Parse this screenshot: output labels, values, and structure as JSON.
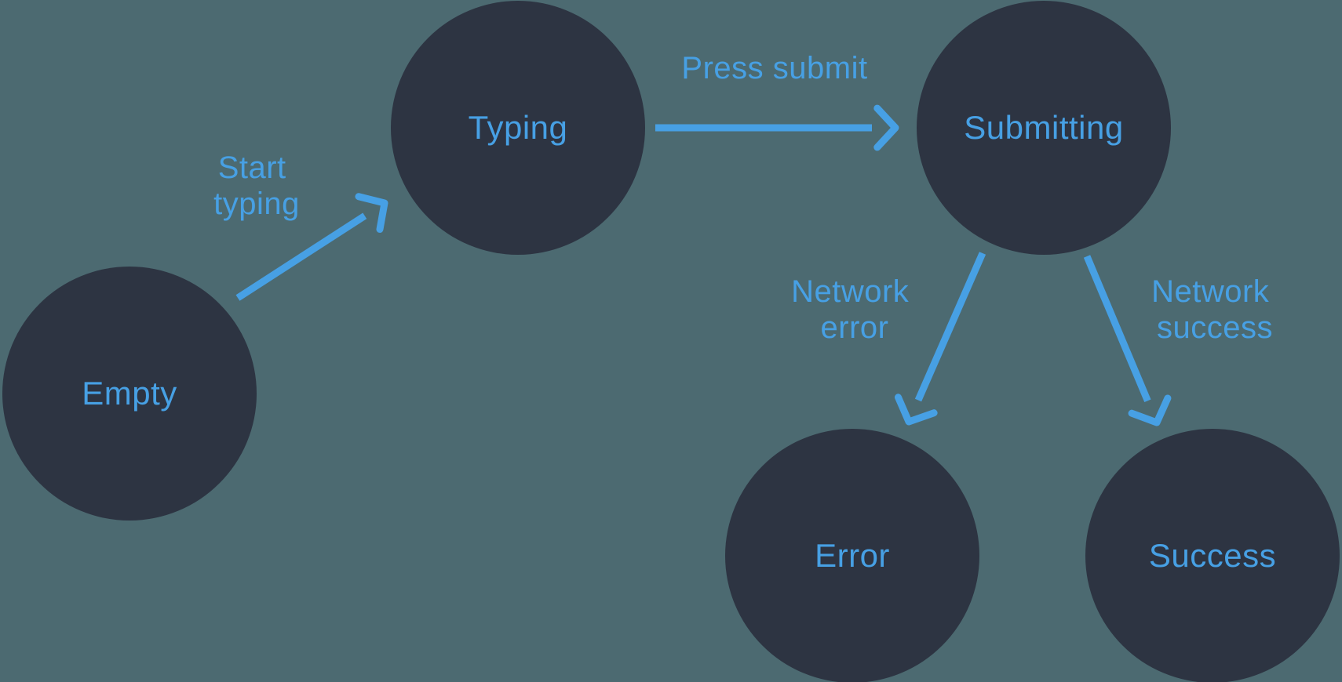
{
  "colors": {
    "background": "#4C6A71",
    "node_fill": "#2D3442",
    "accent": "#47A0E4"
  },
  "diagram": {
    "type": "state-machine",
    "nodes": [
      {
        "id": "empty",
        "label": "Empty"
      },
      {
        "id": "typing",
        "label": "Typing"
      },
      {
        "id": "submitting",
        "label": "Submitting"
      },
      {
        "id": "error",
        "label": "Error"
      },
      {
        "id": "success",
        "label": "Success"
      }
    ],
    "edges": [
      {
        "from": "empty",
        "to": "typing",
        "lines": [
          "Start",
          "typing"
        ]
      },
      {
        "from": "typing",
        "to": "submitting",
        "lines": [
          "Press submit"
        ]
      },
      {
        "from": "submitting",
        "to": "error",
        "lines": [
          "Network",
          "error"
        ]
      },
      {
        "from": "submitting",
        "to": "success",
        "lines": [
          "Network",
          "success"
        ]
      }
    ]
  }
}
